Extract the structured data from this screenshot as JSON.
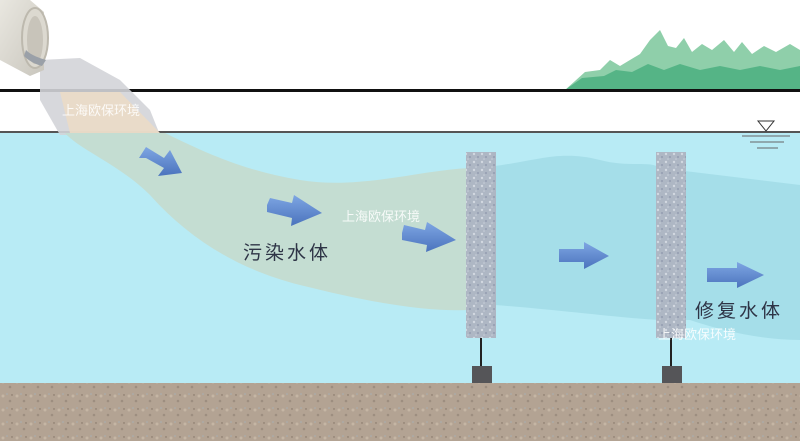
{
  "diagram": {
    "title": "",
    "labels": {
      "polluted_water": "污染水体",
      "restored_water": "修复水体"
    },
    "watermark": "上海欧保环境",
    "elements": {
      "discharge_pipe": "drain-pipe",
      "trees": "tree-line",
      "water_level_marker": "▽",
      "barriers_count": 2
    },
    "colors": {
      "water": "#b8ebf5",
      "polluted_plume": "#c4ddd2",
      "restored_plume": "#a3dde8",
      "ground": "#b2a192",
      "barrier": "#aab3c0",
      "arrow": "#5b86cd",
      "trees": "#55b486",
      "text": "#2e3446"
    }
  }
}
